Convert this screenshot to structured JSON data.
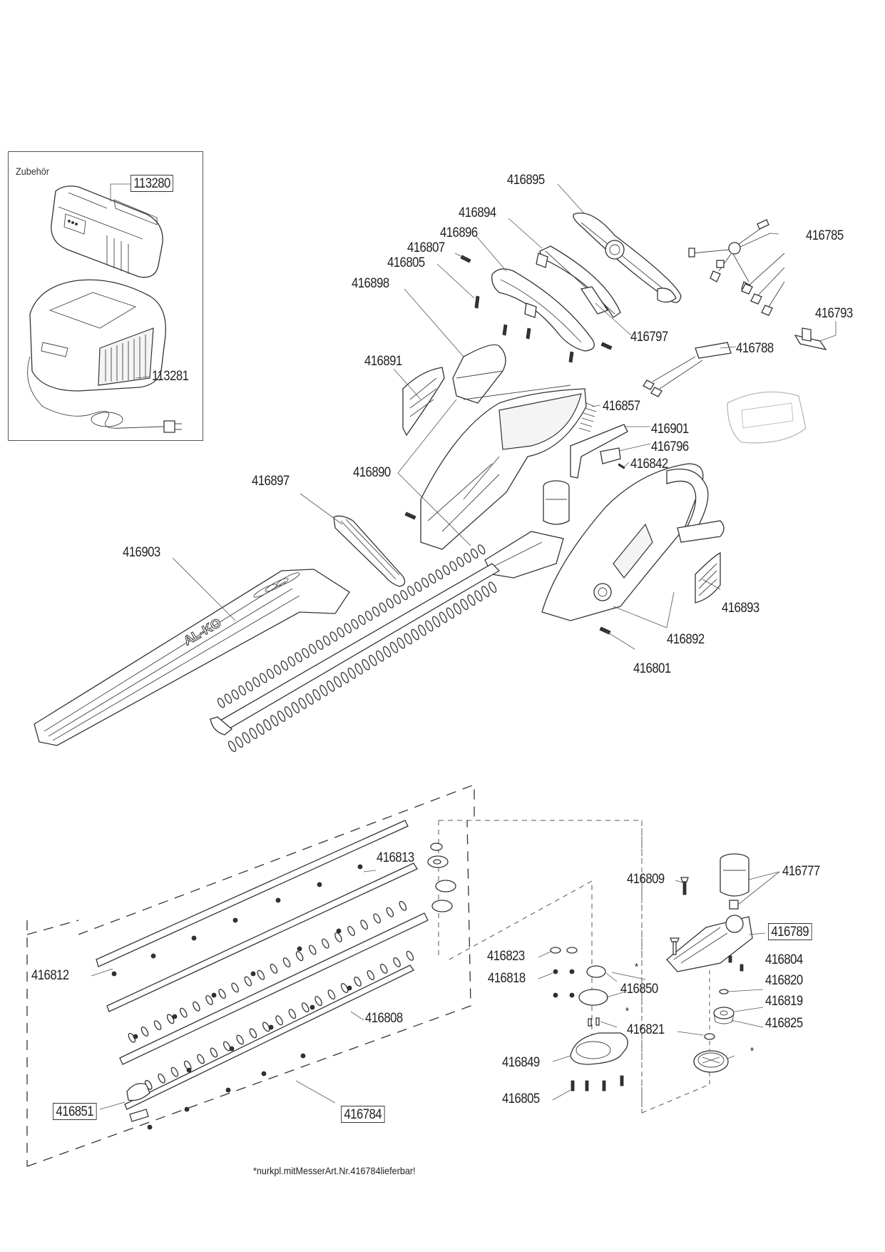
{
  "accessories": {
    "title": "Zubehör",
    "items": [
      {
        "part_no": "113280",
        "description_icon": "battery-pack",
        "boxed": true
      },
      {
        "part_no": "113281",
        "description_icon": "battery-charger",
        "boxed": false
      }
    ]
  },
  "brand_mark": "AL-KO",
  "labels": {
    "p416895": "416895",
    "p416894": "416894",
    "p416896": "416896",
    "p416807": "416807",
    "p416805a": "416805",
    "p416898": "416898",
    "p416785": "416785",
    "p416797": "416797",
    "p416793": "416793",
    "p416788": "416788",
    "p416891": "416891",
    "p416857": "416857",
    "p416901": "416901",
    "p416796": "416796",
    "p416842": "416842",
    "p416890": "416890",
    "p416897": "416897",
    "p416903": "416903",
    "p416893": "416893",
    "p416892": "416892",
    "p416801": "416801",
    "p416813": "416813",
    "p416812": "416812",
    "p416808": "416808",
    "p416851": "416851",
    "p416784": "416784",
    "p416809": "416809",
    "p416777": "416777",
    "p416789": "416789",
    "p416823": "416823",
    "p416818": "416818",
    "p416804": "416804",
    "p416820": "416820",
    "p416850": "416850",
    "p416819": "416819",
    "p416825": "416825",
    "p416821": "416821",
    "p416849": "416849",
    "p416805b": "416805"
  },
  "asterisk": "*",
  "footnote": "*nurkpl.mitMesserArt.Nr.416784lieferbar!"
}
